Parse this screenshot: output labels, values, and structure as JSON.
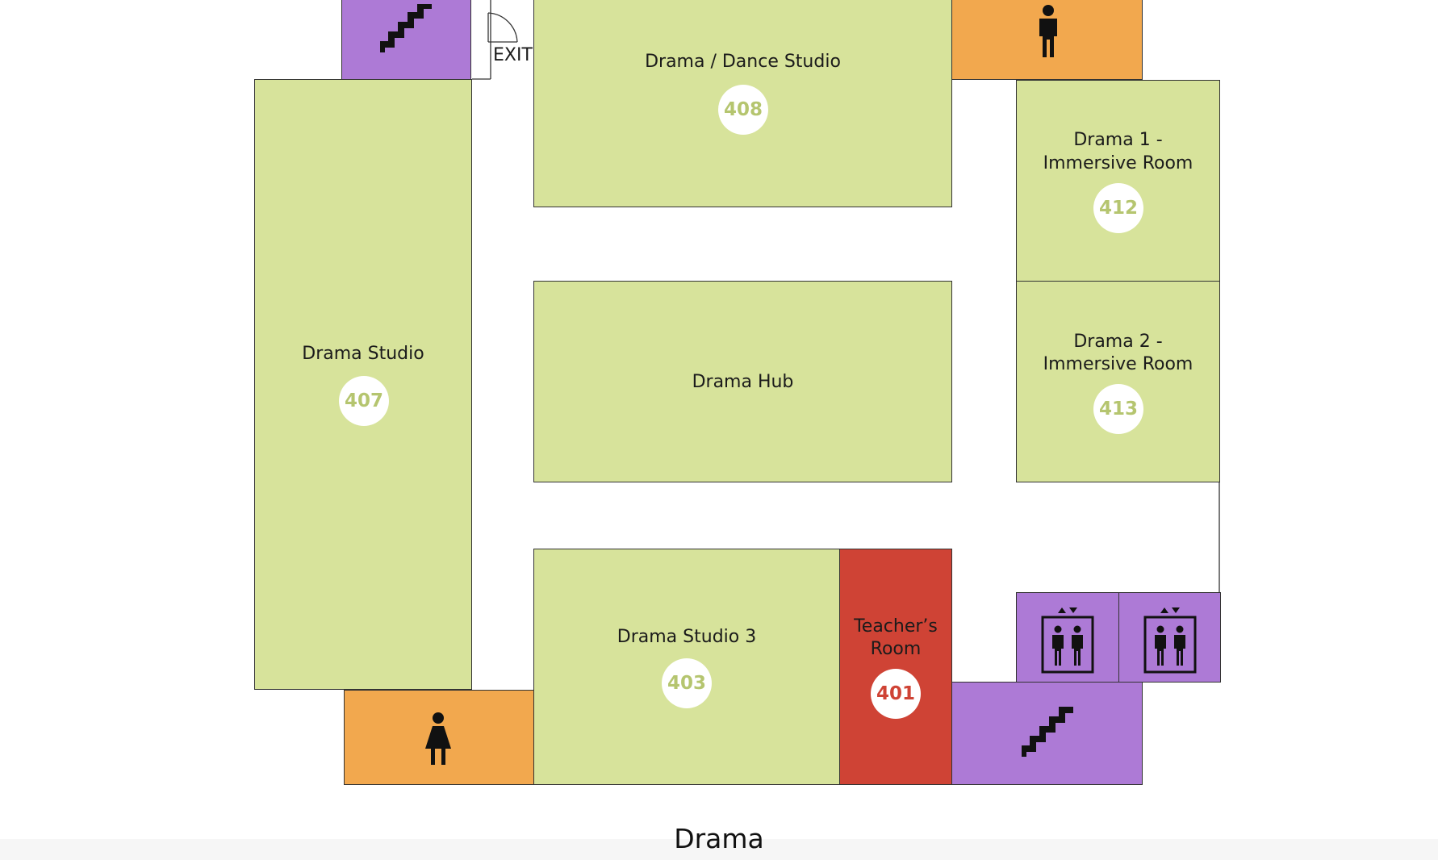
{
  "map": {
    "title": "Drama",
    "exit_label": "EXIT",
    "colors": {
      "teaching_room": "#d7e39b",
      "toilet": "#f2a84e",
      "circulation": "#ad7ad6",
      "staff_room": "#cf4335",
      "room_number_text": "#b5c56f",
      "staff_number_text": "#cf4335"
    },
    "rooms": {
      "drama_dance_studio": {
        "name": "Drama / Dance Studio",
        "number": "408"
      },
      "drama_1": {
        "name_line1": "Drama 1 -",
        "name_line2": "Immersive Room",
        "number": "412"
      },
      "drama_2": {
        "name_line1": "Drama 2 -",
        "name_line2": "Immersive Room",
        "number": "413"
      },
      "drama_studio": {
        "name": "Drama Studio",
        "number": "407"
      },
      "drama_hub": {
        "name": "Drama Hub"
      },
      "drama_studio_3": {
        "name": "Drama Studio 3",
        "number": "403"
      },
      "teachers_room": {
        "name_line1": "Teacher’s",
        "name_line2": "Room",
        "number": "401"
      }
    },
    "facilities": [
      {
        "type": "stairs",
        "icon": "stairs-icon"
      },
      {
        "type": "male-toilet",
        "icon": "male-toilet-icon"
      },
      {
        "type": "female-toilet",
        "icon": "female-toilet-icon"
      },
      {
        "type": "lift",
        "icon": "elevator-icon"
      },
      {
        "type": "lift",
        "icon": "elevator-icon"
      },
      {
        "type": "stairs",
        "icon": "stairs-icon"
      }
    ]
  }
}
